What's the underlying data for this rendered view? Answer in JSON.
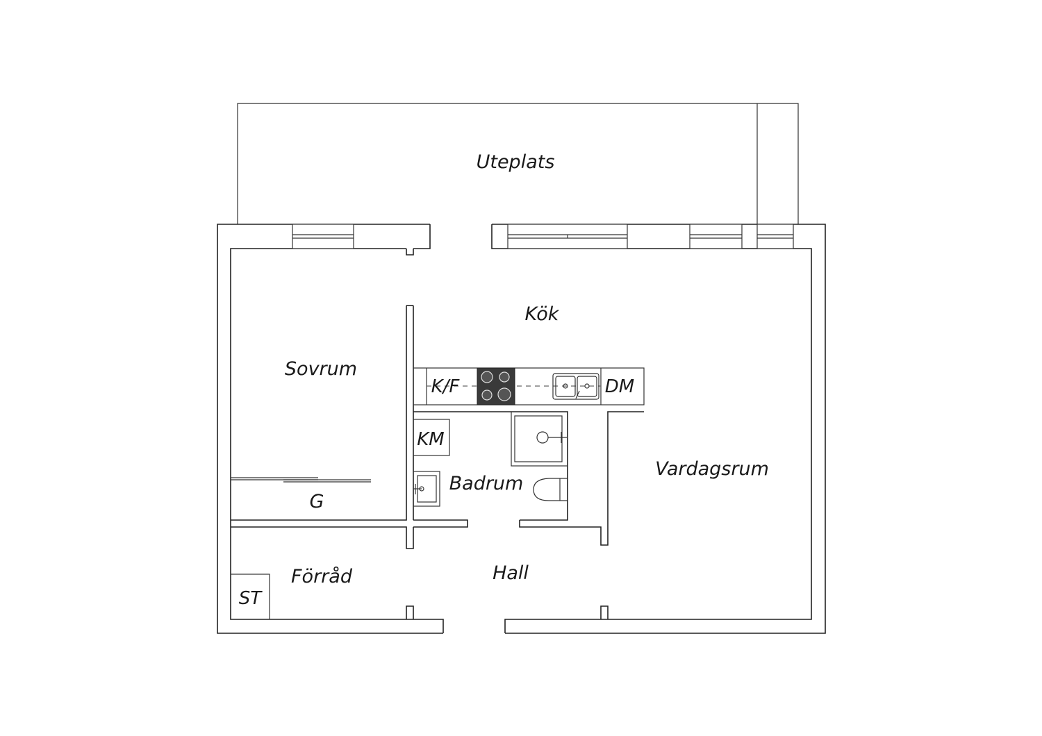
{
  "rooms": {
    "uteplats": "Uteplats",
    "kok": "Kök",
    "sovrum": "Sovrum",
    "vardagsrum": "Vardagsrum",
    "badrum": "Badrum",
    "hall": "Hall",
    "forrad": "Förråd",
    "garderob": "G",
    "stad": "ST"
  },
  "fixtures": {
    "kyl_frys": "K/F",
    "diskmaskin": "DM",
    "tvattmaskin": "KM"
  },
  "colors": {
    "wall": "#222222",
    "stove": "#3a3a3a",
    "background": "#ffffff"
  }
}
